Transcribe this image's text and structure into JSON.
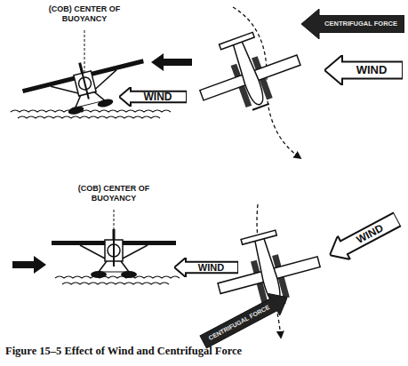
{
  "diagram": {
    "caption": "Figure 15–5 Effect of Wind and Centrifugal Force",
    "nodes": [
      {
        "text": [
          "WIND"
        ]
      },
      {
        "text": [
          "CENTRIFUGAL FORCE"
        ]
      },
      {
        "text": [
          "WIND"
        ]
      },
      {
        "text": [
          "WIND"
        ]
      },
      {
        "text": [
          "WIND"
        ]
      },
      {
        "text": [
          "CENTRIFUGAL FORCE"
        ]
      }
    ],
    "labels": [
      "(COB) CENTER OF BUOYANCY",
      "(COB) CENTER OF BUOYANCY"
    ]
  }
}
